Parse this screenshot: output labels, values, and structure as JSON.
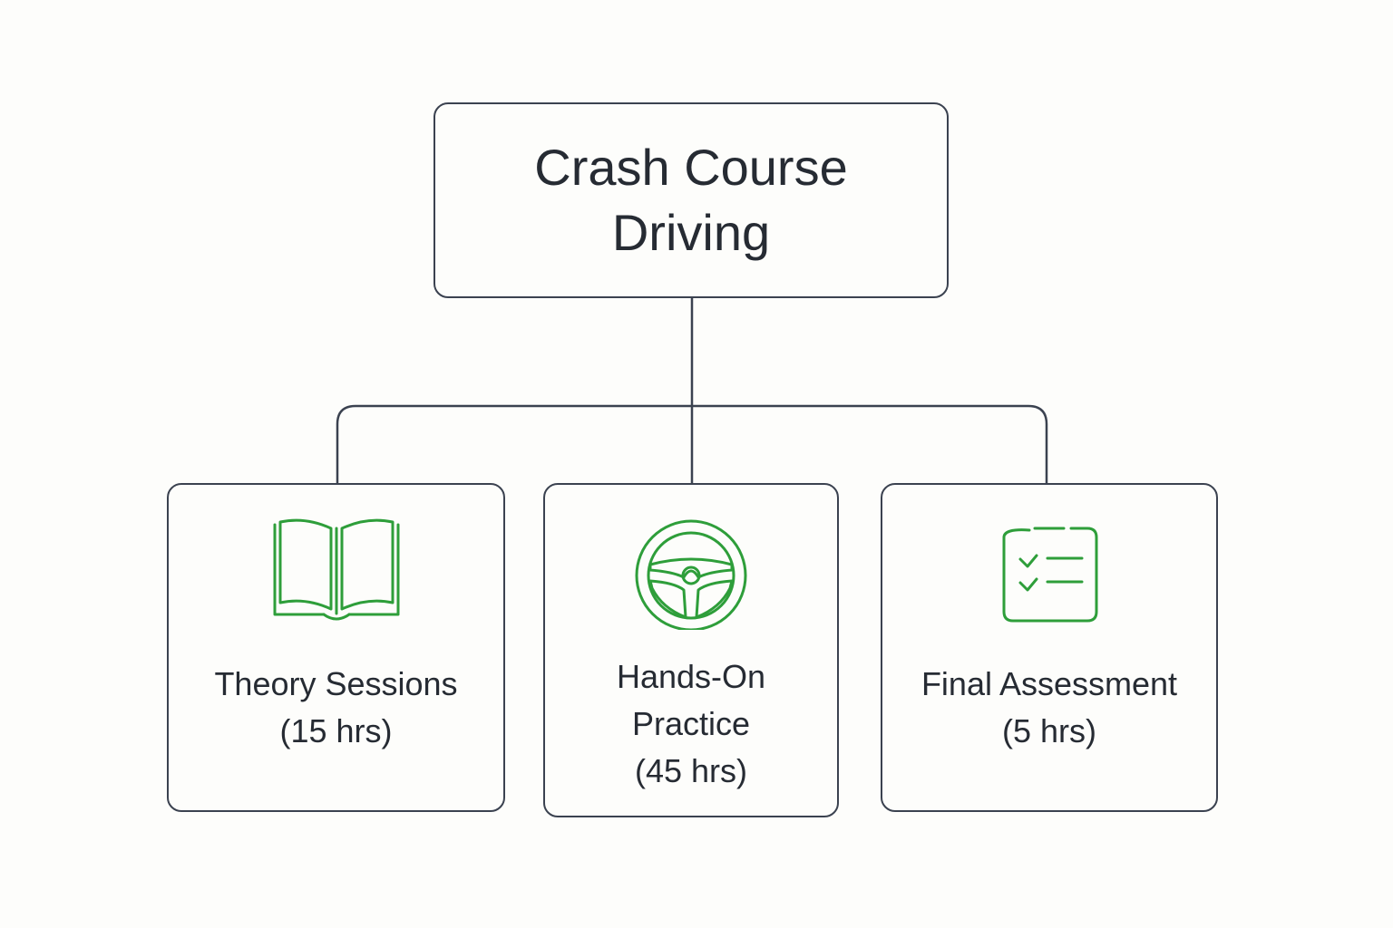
{
  "root": {
    "title_line1": "Crash Course",
    "title_line2": "Driving"
  },
  "children": [
    {
      "icon": "book-icon",
      "line1": "Theory Sessions",
      "line2": "(15 hrs)"
    },
    {
      "icon": "steering-wheel-icon",
      "line1": "Hands-On",
      "line2": "Practice",
      "line3": "(45 hrs)"
    },
    {
      "icon": "checklist-icon",
      "line1": "Final Assessment",
      "line2": "(5 hrs)"
    }
  ],
  "colors": {
    "border": "#3b4250",
    "text": "#262b33",
    "icon": "#2e9e3a",
    "background": "#fdfdfb"
  }
}
